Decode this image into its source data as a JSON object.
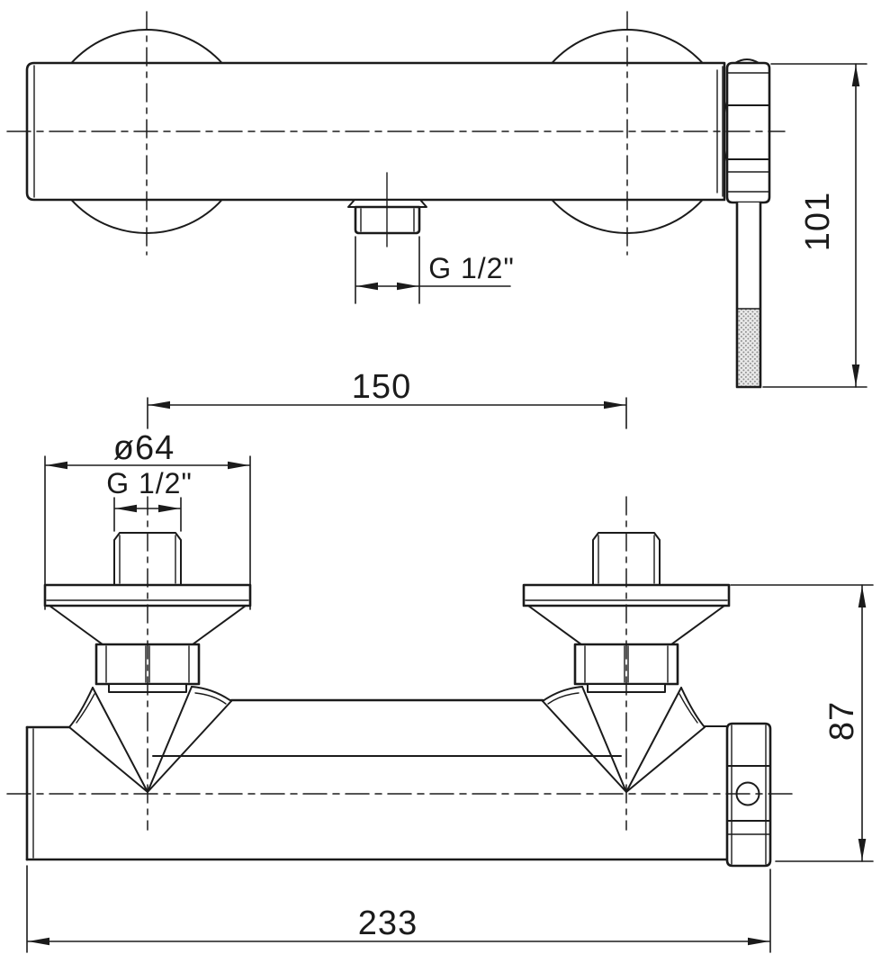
{
  "drawing": {
    "dimensions": {
      "outlet_thread_label": "G 1/2\"",
      "handle_depth": "101",
      "inlet_spacing": "150",
      "flange_diameter": "ø64",
      "inlet_thread_label": "G 1/2\"",
      "body_height": "87",
      "overall_width": "233"
    },
    "colors": {
      "line": "#1b1b1b",
      "background": "#ffffff",
      "knurl_fill": "#8f8f8f"
    }
  }
}
